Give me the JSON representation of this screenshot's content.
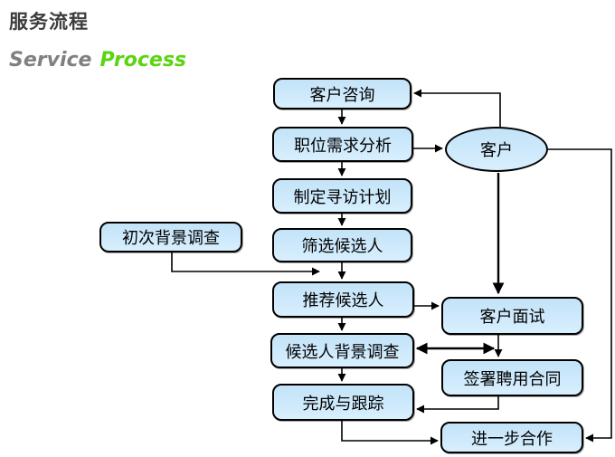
{
  "header": {
    "title": "服务流程",
    "subtitle": {
      "word1": "Service",
      "word2": "Process"
    }
  },
  "colors": {
    "subtitle_gray": "#808080",
    "subtitle_green": "#5bd411",
    "node_fill": "#cbe8fb",
    "node_border": "#000000",
    "connector": "#000000"
  },
  "nodes": {
    "consult": "客户咨询",
    "analysis": "职位需求分析",
    "plan": "制定寻访计划",
    "screen": "筛选候选人",
    "initial_check": "初次背景调查",
    "recommend": "推荐候选人",
    "background_check": "候选人背景调查",
    "complete": "完成与跟踪",
    "client": "客户",
    "interview": "客户面试",
    "contract": "签署聘用合同",
    "cooperation": "进一步合作"
  }
}
